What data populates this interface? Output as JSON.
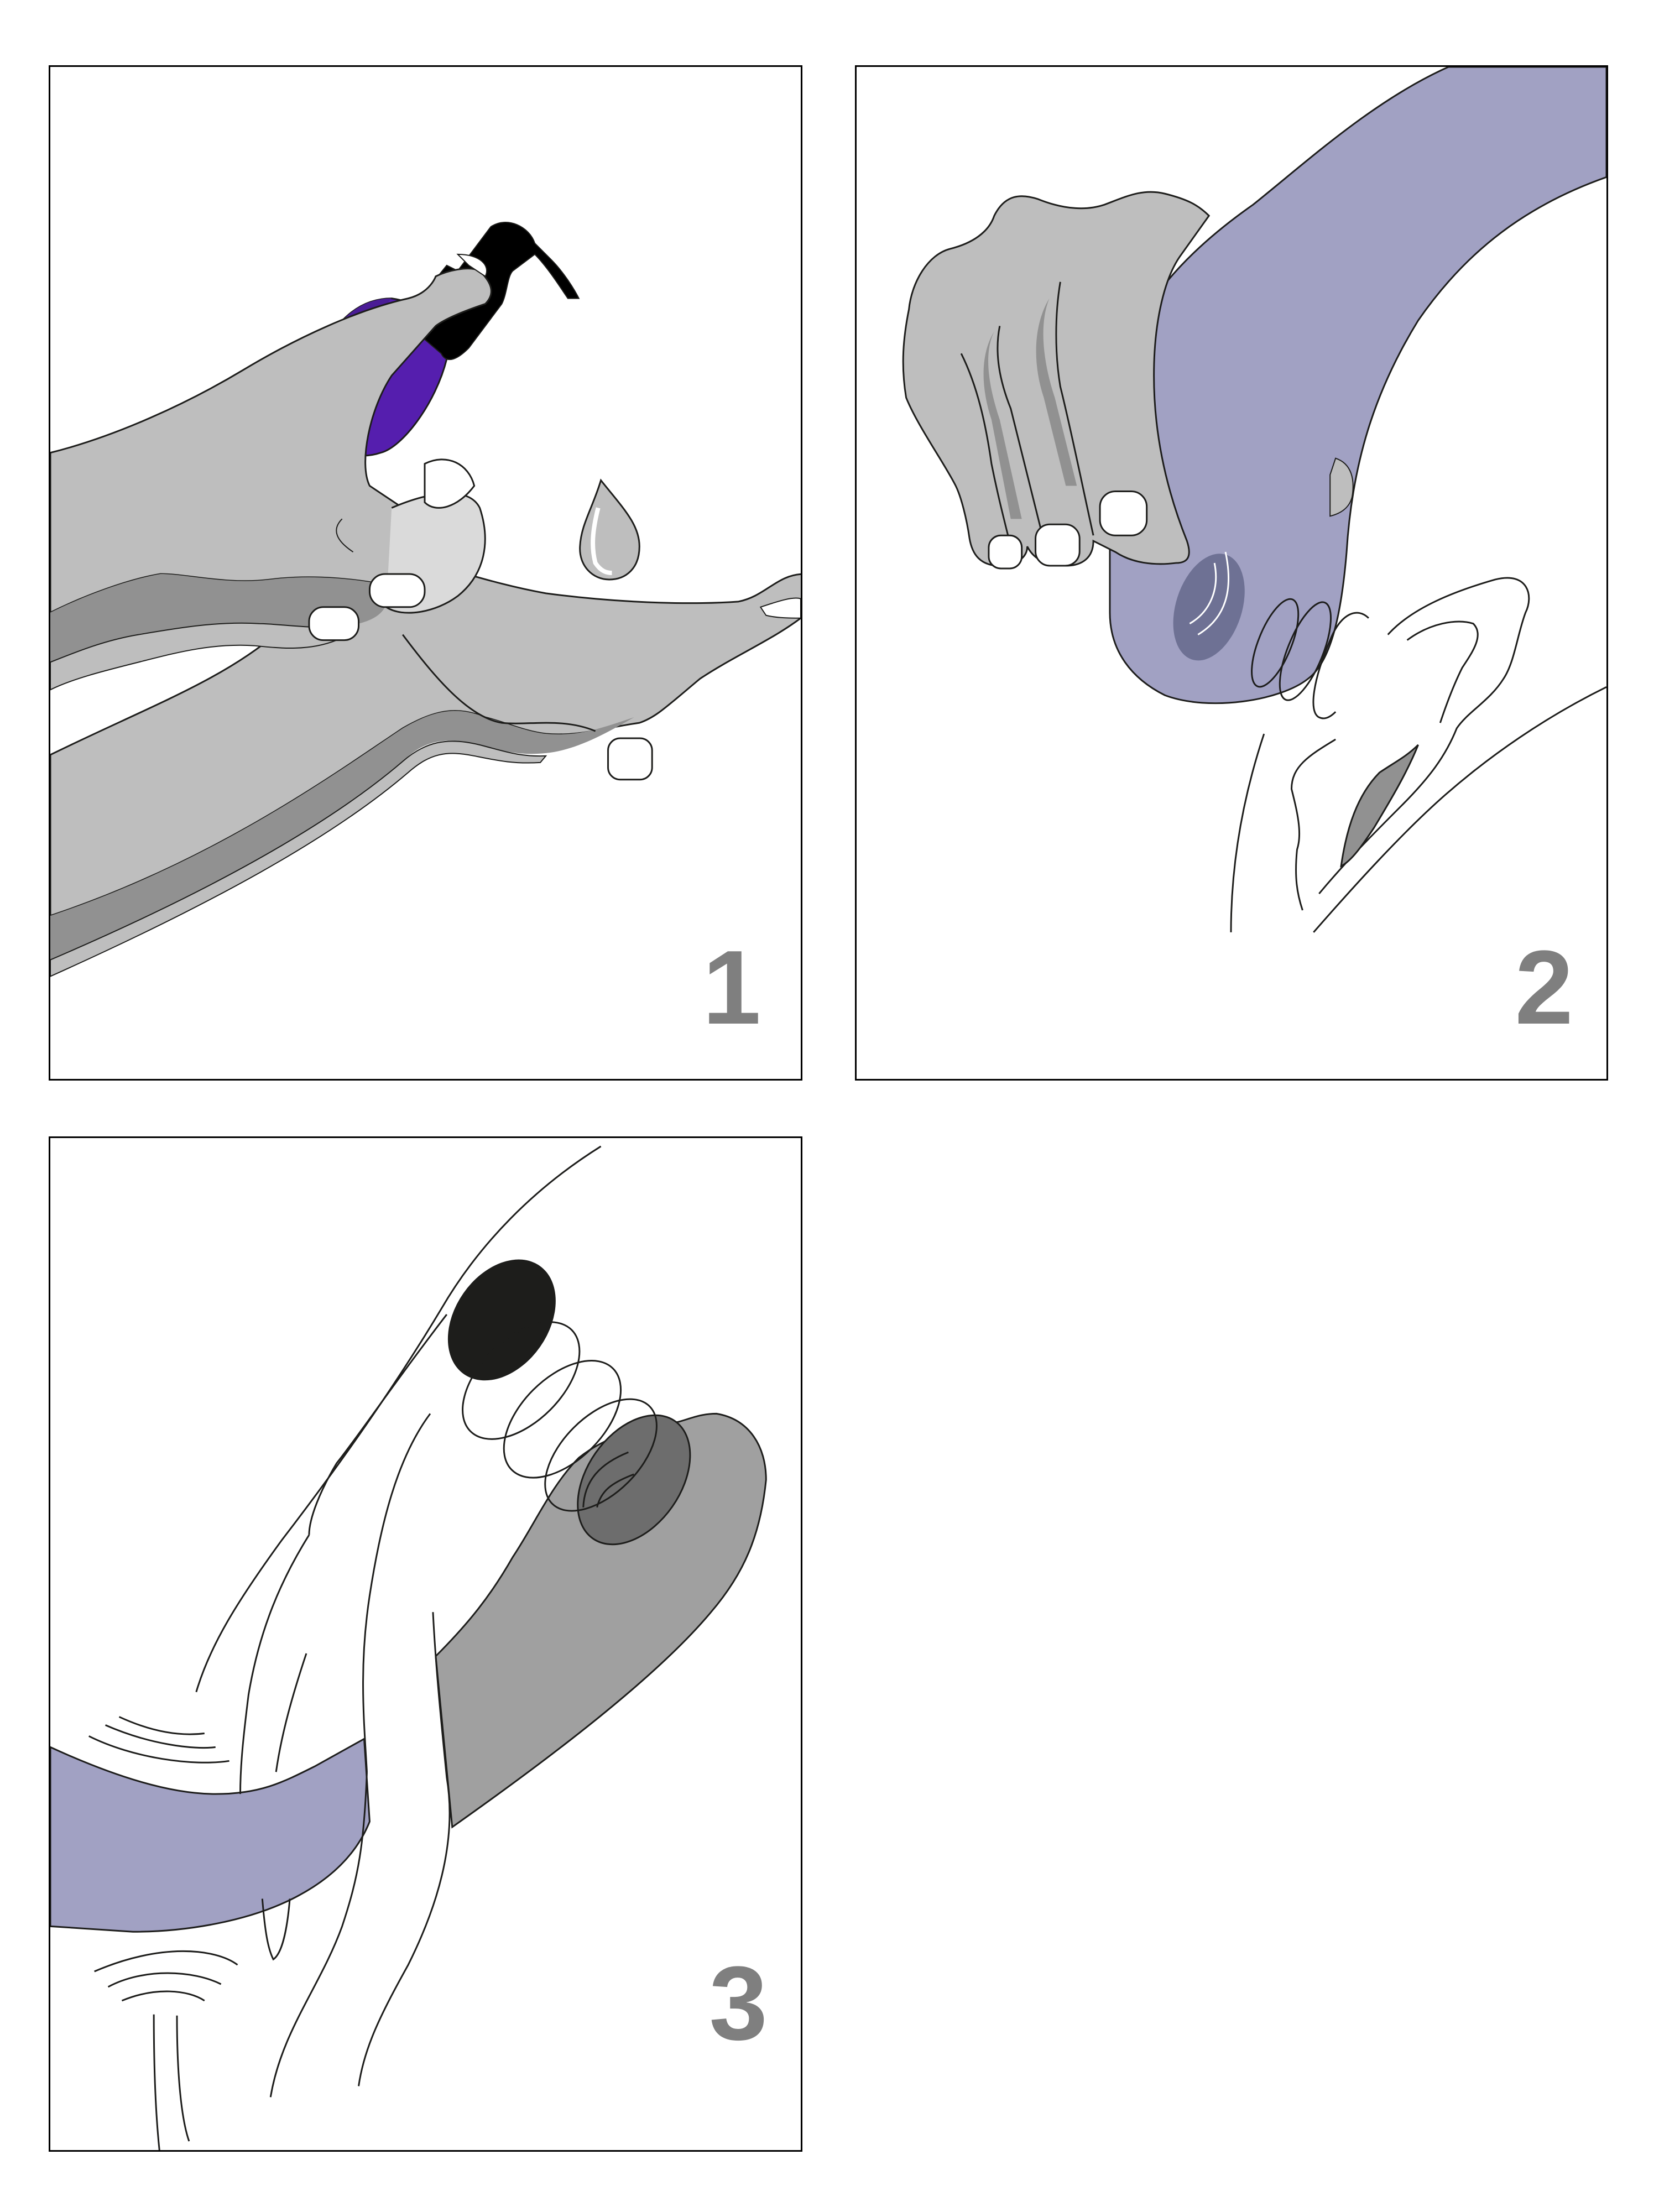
{
  "figure": {
    "type": "instruction-illustration",
    "panel_count": 3,
    "layout": "2x2 grid, bottom-right cell empty"
  },
  "colors": {
    "panel_border": "#000000",
    "step_number": "#7f7f7f",
    "skin_light": "#bebebe",
    "skin_shadow": "#919191",
    "skin_highlight": "#dadada",
    "nail": "#ffffff",
    "bottle_purple": "#551eae",
    "bottle_purple_dark": "#4a1c96",
    "pump_black": "#000000",
    "device_lavender": "#a1a1c3",
    "device_suction_dark": "#6e7194",
    "device_gray": "#a0a0a0",
    "device_gray_dark": "#6d6d6d",
    "target_black": "#1d1d1b",
    "line_art": "#1d1d1b"
  },
  "panels": [
    {
      "step": "1",
      "description": "Hand pumping lubricant from a purple bottle with a black pump into an open palm; one drop falling"
    },
    {
      "step": "2",
      "description": "Hand holding a lavender device with a dark suction opening, positioned near body (line art) with vibration ripple lines"
    },
    {
      "step": "3",
      "description": "Gray device with suction opening placed over target area (black oval) with ripple rings; lavender band across, line-art body contours"
    }
  ]
}
